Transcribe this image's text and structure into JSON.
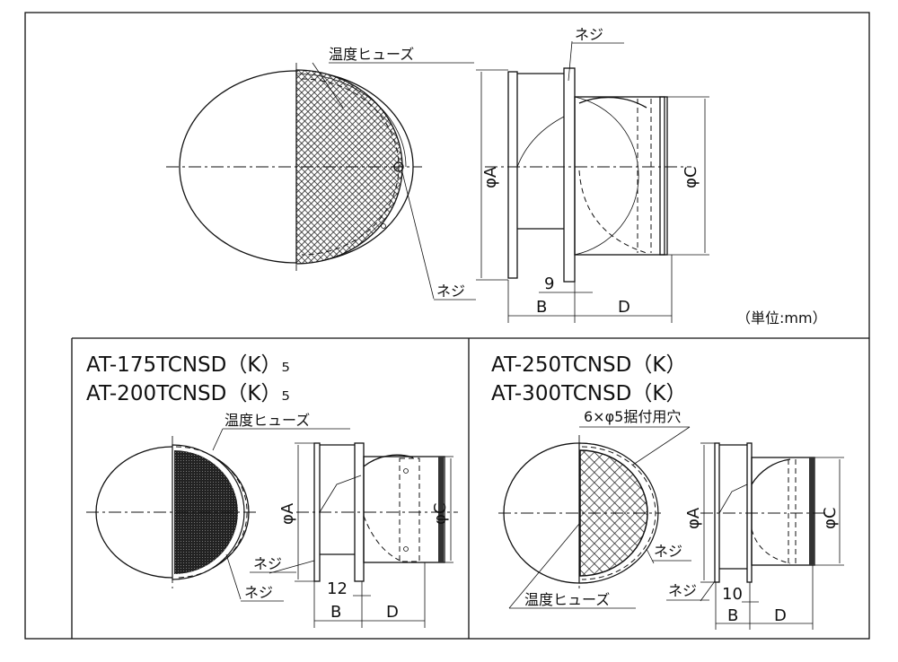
{
  "top": {
    "labels": {
      "fuse": "温度ヒューズ",
      "screw_top": "ネジ",
      "screw_bottom": "ネジ"
    },
    "dims": {
      "phi_a": "φA",
      "phi_c": "φC",
      "offset": "9",
      "b": "B",
      "d": "D"
    },
    "unit": "（単位:mm）"
  },
  "left_panel": {
    "models": [
      "AT-175TCNSD（K）₅",
      "AT-200TCNSD（K）₅"
    ],
    "labels": {
      "fuse": "温度ヒューズ",
      "screw_1": "ネジ",
      "screw_2": "ネジ"
    },
    "dims": {
      "phi_a": "φA",
      "phi_c": "φC",
      "offset": "12",
      "b": "B",
      "d": "D"
    }
  },
  "right_panel": {
    "models": [
      "AT-250TCNSD（K）",
      "AT-300TCNSD（K）"
    ],
    "labels": {
      "holes": "6×φ5据付用穴",
      "screw_1": "ネジ",
      "screw_2": "ネジ",
      "fuse": "温度ヒューズ"
    },
    "dims": {
      "phi_a": "φA",
      "phi_c": "φC",
      "offset": "10",
      "b": "B",
      "d": "D"
    }
  }
}
